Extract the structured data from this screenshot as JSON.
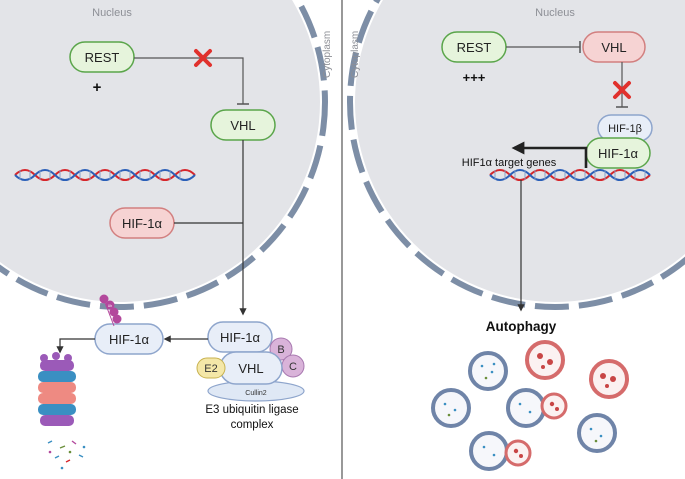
{
  "left": {
    "nucleus_label": "Nucleus",
    "cytoplasm_label": "Cytoplasm",
    "rest_label": "REST",
    "rest_level": "+",
    "vhl_label": "VHL",
    "hif_nucleus_label": "HIF-1α",
    "hif_free_label": "HIF-1α",
    "complex_hif_label": "HIF-1α",
    "complex_vhl_label": "VHL",
    "e2_label": "E2",
    "b_label": "B",
    "c_label": "C",
    "cullin_label": "Cullin2",
    "ub_label": "Ub",
    "complex_caption_1": "E3 ubiquitin ligase",
    "complex_caption_2": "complex"
  },
  "right": {
    "nucleus_label": "Nucleus",
    "cytoplasm_label": "Cytoplasm",
    "rest_label": "REST",
    "rest_level": "+++",
    "vhl_label": "VHL",
    "hif1b_label": "HIF-1β",
    "hif1a_label": "HIF-1α",
    "target_genes_label": "HIF1α target genes",
    "autophagy_label": "Autophagy"
  },
  "colors": {
    "nucleus_fill": "#e3e4e8",
    "envelope": "#7d8ea6",
    "green_fill": "#e6f4dc",
    "green_stroke": "#5aa54a",
    "pink_fill": "#f6d3d3",
    "pink_stroke": "#d27f7f",
    "blue_fill": "#e8eef8",
    "blue_stroke": "#8ea5cc",
    "red_x": "#e0312d",
    "dna_red": "#d6262b",
    "dna_blue": "#2b5fb8",
    "ub_purple": "#b3489c"
  }
}
